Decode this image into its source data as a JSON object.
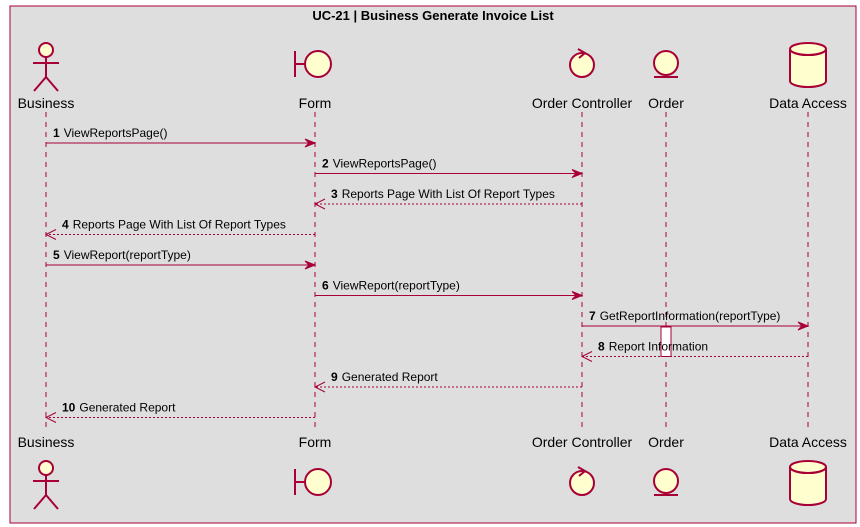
{
  "title": "UC-21 | Business Generate Invoice List",
  "colors": {
    "frame_bg": "#dedede",
    "frame_border": "#a80036",
    "line": "#a80036",
    "shape_fill": "#fefece"
  },
  "participants": [
    {
      "id": "business",
      "label": "Business",
      "shape": "actor-icon"
    },
    {
      "id": "form",
      "label": "Form",
      "shape": "boundary-icon"
    },
    {
      "id": "order_controller",
      "label": "Order Controller",
      "shape": "control-icon"
    },
    {
      "id": "order",
      "label": "Order",
      "shape": "entity-icon"
    },
    {
      "id": "data_access",
      "label": "Data Access",
      "shape": "database-icon"
    }
  ],
  "messages": [
    {
      "num": "1",
      "text": "ViewReportsPage()",
      "from": "business",
      "to": "form",
      "style": "sync"
    },
    {
      "num": "2",
      "text": "ViewReportsPage()",
      "from": "form",
      "to": "order_controller",
      "style": "sync"
    },
    {
      "num": "3",
      "text": "Reports Page With List Of Report Types",
      "from": "order_controller",
      "to": "form",
      "style": "return"
    },
    {
      "num": "4",
      "text": "Reports Page With List Of Report Types",
      "from": "form",
      "to": "business",
      "style": "return"
    },
    {
      "num": "5",
      "text": "ViewReport(reportType)",
      "from": "business",
      "to": "form",
      "style": "sync"
    },
    {
      "num": "6",
      "text": "ViewReport(reportType)",
      "from": "form",
      "to": "order_controller",
      "style": "sync"
    },
    {
      "num": "7",
      "text": "GetReportInformation(reportType)",
      "from": "order_controller",
      "to": "data_access",
      "style": "sync"
    },
    {
      "num": "8",
      "text": "Report Information",
      "from": "data_access",
      "to": "order_controller",
      "style": "return"
    },
    {
      "num": "9",
      "text": "Generated Report",
      "from": "order_controller",
      "to": "form",
      "style": "return"
    },
    {
      "num": "10",
      "text": "Generated Report",
      "from": "form",
      "to": "business",
      "style": "return"
    }
  ],
  "activation": {
    "participant": "order",
    "from_message": "7",
    "to_message": "8"
  }
}
